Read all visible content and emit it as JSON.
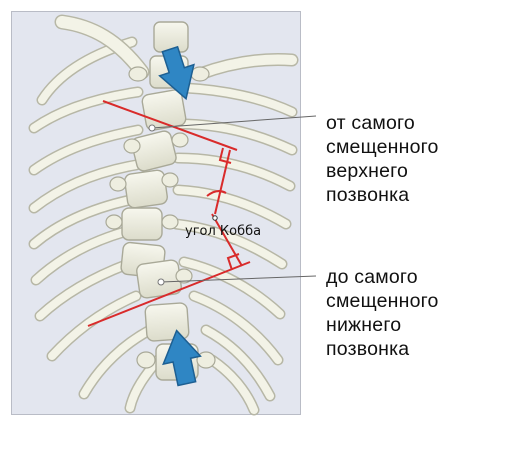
{
  "diagram": {
    "angle_label": "угол Кобба",
    "upper_caption": [
      "от самого",
      "смещенного",
      "верхнего",
      "позвонка"
    ],
    "lower_caption": [
      "до самого",
      "смещенного",
      "нижнего",
      "позвонка"
    ],
    "colors": {
      "panel_background": "#e3e6ef",
      "bone": "#f1f1e4",
      "bone_outline": "#b7b7a6",
      "cobb_lines": "#d92b2b",
      "arrows": "#2f86c4",
      "pointer_lines": "#666666"
    },
    "icons": {
      "top_arrow": "arrow-down-icon",
      "bottom_arrow": "arrow-up-icon"
    }
  }
}
